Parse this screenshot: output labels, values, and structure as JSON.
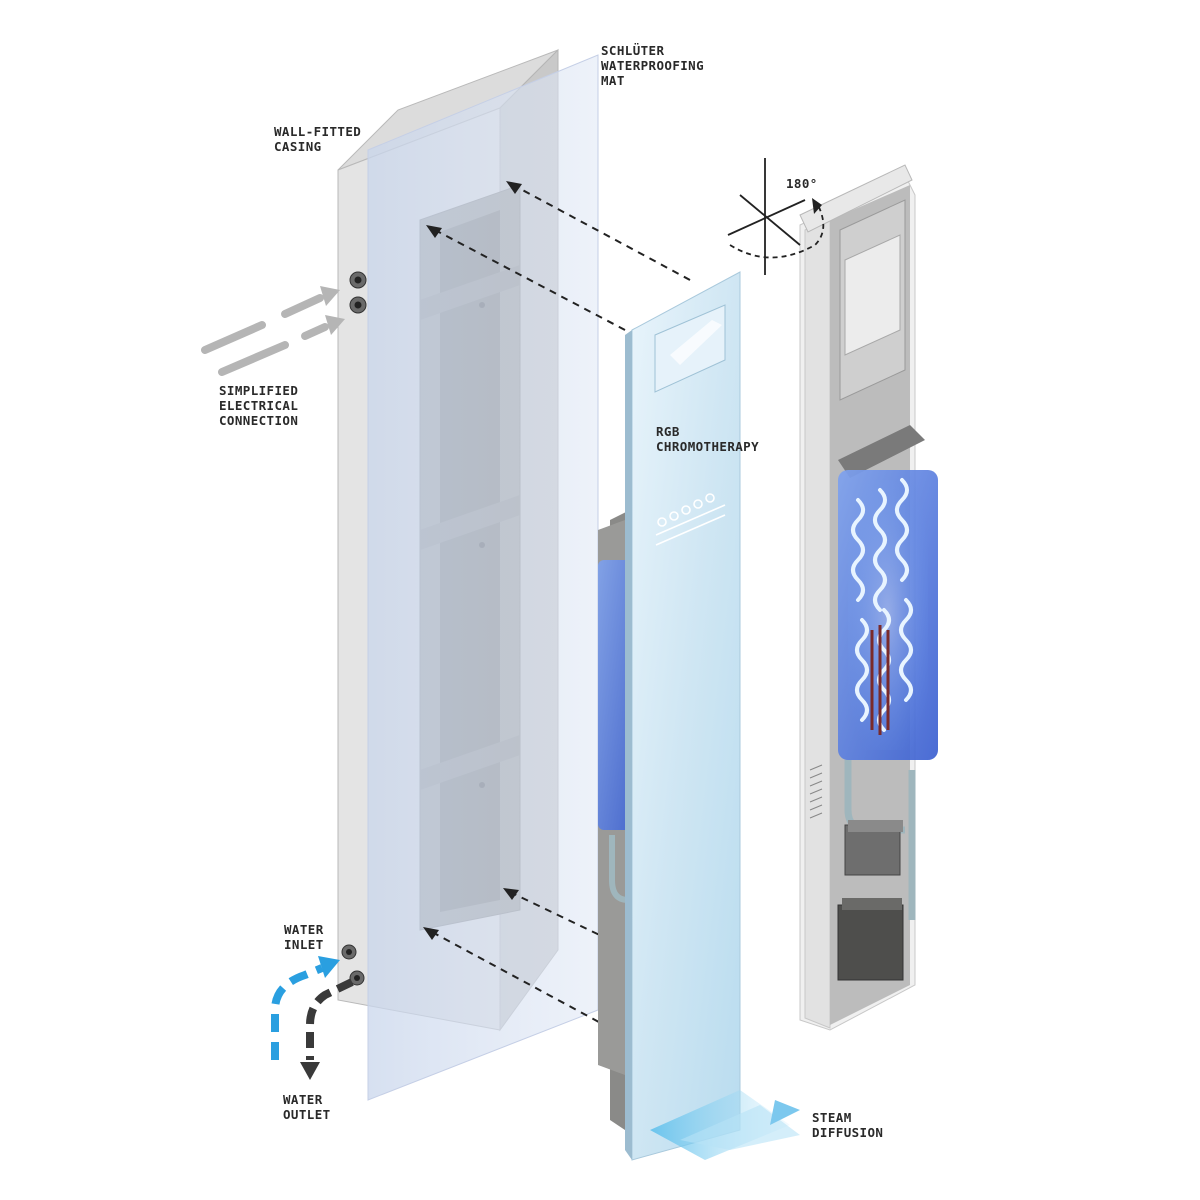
{
  "labels": {
    "waterproofing_mat": [
      "SCHLÜTER",
      "WATERPROOFING",
      "MAT"
    ],
    "wall_casing": [
      "WALL-FITTED",
      "CASING"
    ],
    "rotation": "180°",
    "electrical": [
      "SIMPLIFIED",
      "ELECTRICAL",
      "CONNECTION"
    ],
    "chromotherapy": [
      "RGB",
      "CHROMOTHERAPY"
    ],
    "water_inlet": [
      "WATER",
      "INLET"
    ],
    "water_outlet": [
      "WATER",
      "OUTLET"
    ],
    "steam": [
      "STEAM",
      "DIFFUSION"
    ]
  },
  "colors": {
    "water_inlet_arrow": "#2a9fe0",
    "water_outlet_arrow": "#3a3a3a",
    "electrical_arrow": "#b5b5b5",
    "glass_panel": "#d6eaf5",
    "heating_coil": "#3b6fe0",
    "steam": "#8fd0f0"
  }
}
